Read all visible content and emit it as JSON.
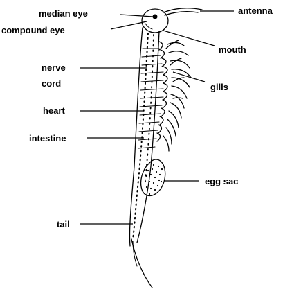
{
  "labels": {
    "median_eye": "median eye",
    "compound_eye": "compound eye",
    "antenna": "antenna",
    "mouth": "mouth",
    "nerve_cord_line1": "nerve",
    "nerve_cord_line2": "cord",
    "gills": "gills",
    "heart": "heart",
    "intestine": "intestine",
    "egg_sac": "egg sac",
    "tail": "tail"
  },
  "colors": {
    "ink": "#000000",
    "background": "#ffffff"
  }
}
